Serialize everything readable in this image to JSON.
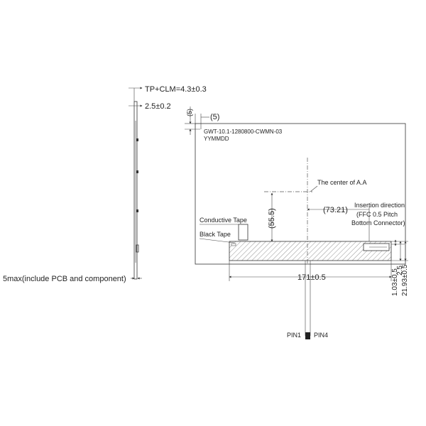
{
  "side_view": {
    "dim_tp_clm": "TP+CLM=4.3±0.3",
    "dim_thickness": "2.5±0.2",
    "dim_max": "5max(include PCB and component)"
  },
  "front_view": {
    "offset_x": "(5)",
    "offset_y": "(5)",
    "model_line1": "GWT-10.1-1280800-CWMN-03",
    "model_line2": "YYMMDD",
    "center_label": "The center of A.A",
    "dim_horizontal": "(73.21)",
    "dim_vertical": "(55.5)",
    "insertion_line1": "Insertion direction",
    "insertion_line2": "(FFC 0.5 Pitch",
    "insertion_line3": "Bottom Connector)",
    "conductive_tape": "Conductive Tape",
    "black_tape": "Black Tape",
    "dim_width": "171±0.5",
    "dim_h1": "1.03±0.5",
    "dim_h2": "21.93±0.5",
    "dim_h3": "2.5",
    "pin_first": "PIN1",
    "pin_last": "PIN4"
  }
}
